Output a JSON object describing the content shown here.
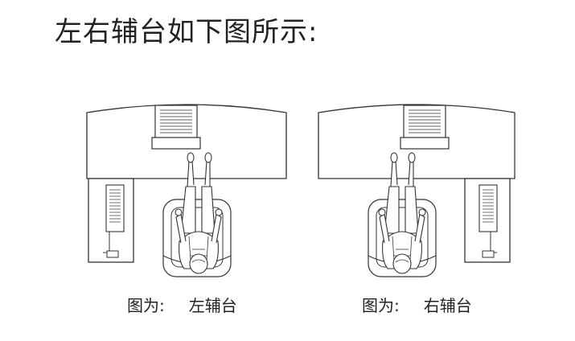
{
  "title": "左右辅台如下图所示:",
  "diagrams": [
    {
      "caption_prefix": "图为:",
      "caption_value": "左辅台",
      "side_table_position": "left"
    },
    {
      "caption_prefix": "图为:",
      "caption_value": "右辅台",
      "side_table_position": "right"
    }
  ],
  "colors": {
    "line": "#333333",
    "background": "#ffffff"
  }
}
